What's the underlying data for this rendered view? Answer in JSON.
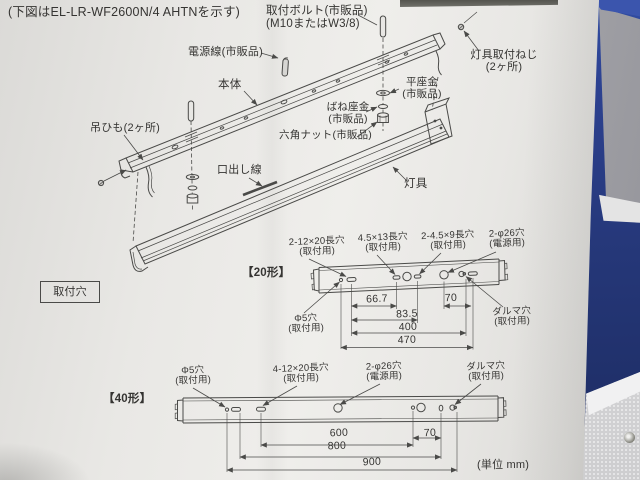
{
  "photo": {
    "background_color": "#2c4190",
    "paper_color": "#eceae7",
    "line_color": "#4a4a48"
  },
  "document": {
    "title": "(下図はEL-LR-WF2600N/4 AHTNを示す)",
    "assembly": {
      "mounting_bolt": "取付ボルト(市販品)\n(M10またはW3/8)",
      "fixture_screw": "灯具取付ねじ\n(2ヶ所)",
      "power_cord": "電源線(市販品)",
      "body": "本体",
      "flat_washer": "平座金\n(市販品)",
      "spring_washer": "ばね座金\n(市販品)",
      "hex_nut": "六角ナット(市販品)",
      "strap": "吊ひも(2ヶ所)",
      "lead_wire": "口出し線",
      "fixture": "灯具"
    },
    "sections": {
      "mounting_holes": "取付穴",
      "type20": "【20形】",
      "type40": "【40形】",
      "unit_note": "(単位 mm)"
    },
    "type20": {
      "slot_12x20": "2-12×20長穴\n(取付用)",
      "slot_45x13": "4.5×13長穴\n(取付用)",
      "slot_45x9": "2-4.5×9長穴\n(取付用)",
      "hole_26": "2-φ26穴\n(電源用)",
      "hole_5": "Φ5穴\n(取付用)",
      "daruma": "ダルマ穴\n(取付用)",
      "dim_66_7": "66.7",
      "dim_70": "70",
      "dim_83_5": "83.5",
      "dim_400": "400",
      "dim_470": "470"
    },
    "type40": {
      "hole_5": "Φ5穴\n(取付用)",
      "slot_12x20": "4-12×20長穴\n(取付用)",
      "hole_26": "2-φ26穴\n(電源用)",
      "daruma": "ダルマ穴\n(取付用)",
      "dim_600": "600",
      "dim_800": "800",
      "dim_900": "900",
      "dim_70": "70"
    }
  }
}
